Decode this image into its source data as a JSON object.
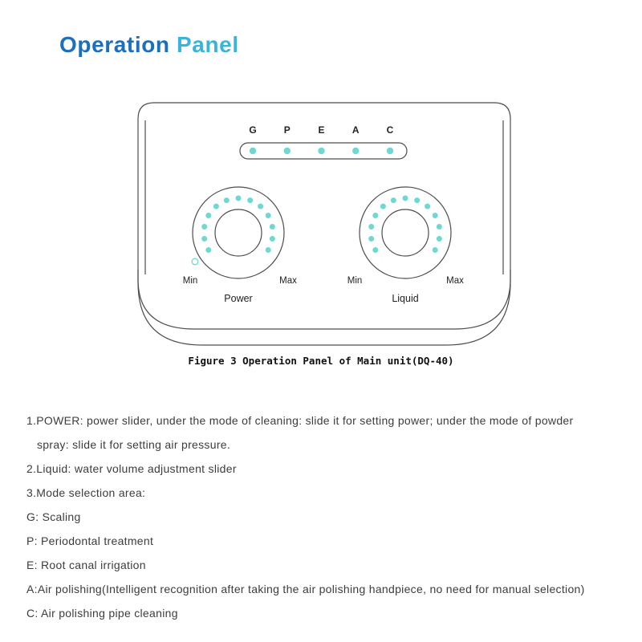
{
  "title": {
    "part1": "Operation ",
    "part2": "Panel",
    "color1": "#1b6fbe",
    "color2": "#3ab4d9"
  },
  "figure": {
    "caption": "Figure 3 Operation Panel of Main unit(DQ-40)",
    "led_color": "#6ed9d2",
    "line_color": "#4d4d4d",
    "mode_leds": {
      "labels": [
        "G",
        "P",
        "E",
        "A",
        "C"
      ]
    },
    "dials": [
      {
        "label": "Power",
        "min": "Min",
        "max": "Max"
      },
      {
        "label": "Liquid",
        "min": "Min",
        "max": "Max"
      }
    ]
  },
  "notes": [
    "1.POWER: power slider, under the mode of cleaning: slide it for setting power; under the mode of powder",
    "spray: slide it for setting air pressure.",
    "2.Liquid: water volume adjustment slider",
    "3.Mode selection area:",
    "G: Scaling",
    "P: Periodontal treatment",
    "E: Root canal irrigation",
    "A:Air polishing(Intelligent recognition after taking the air polishing handpiece, no need for manual selection)",
    "C: Air polishing pipe cleaning"
  ]
}
